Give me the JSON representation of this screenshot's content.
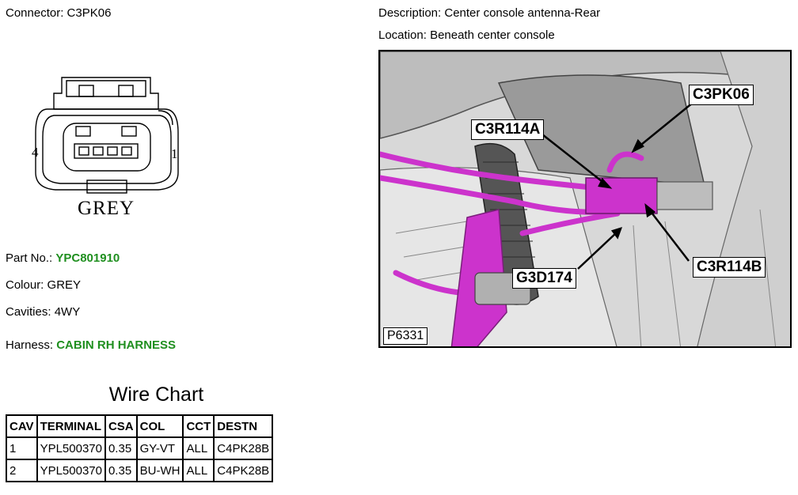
{
  "connector": {
    "label": "Connector:",
    "value": "C3PK06"
  },
  "description": {
    "label": "Description:",
    "value": "Center console antenna-Rear"
  },
  "location": {
    "label": "Location:",
    "value": "Beneath center console"
  },
  "drawing": {
    "pin_left": "4",
    "pin_right": "1",
    "caption": "GREY"
  },
  "part_no": {
    "label": "Part No.:",
    "value": "YPC801910"
  },
  "colour": {
    "label": "Colour:",
    "value": "GREY"
  },
  "cavities": {
    "label": "Cavities:",
    "value": "4WY"
  },
  "harness": {
    "label": "Harness:",
    "value": "CABIN RH HARNESS"
  },
  "wire_chart": {
    "title": "Wire Chart",
    "headers": [
      "CAV",
      "TERMINAL",
      "CSA",
      "COL",
      "CCT",
      "DESTN"
    ],
    "rows": [
      [
        "1",
        "YPL500370",
        "0.35",
        "GY-VT",
        "ALL",
        "C4PK28B"
      ],
      [
        "2",
        "YPL500370",
        "0.35",
        "BU-WH",
        "ALL",
        "C4PK28B"
      ]
    ]
  },
  "photo": {
    "id": "P6331",
    "callouts": {
      "c3pk06": "C3PK06",
      "c3r114a": "C3R114A",
      "c3r114b": "C3R114B",
      "g3d174": "G3D174"
    }
  },
  "colors": {
    "harness": "#cc33cc",
    "green_text": "#1f8f1f"
  }
}
